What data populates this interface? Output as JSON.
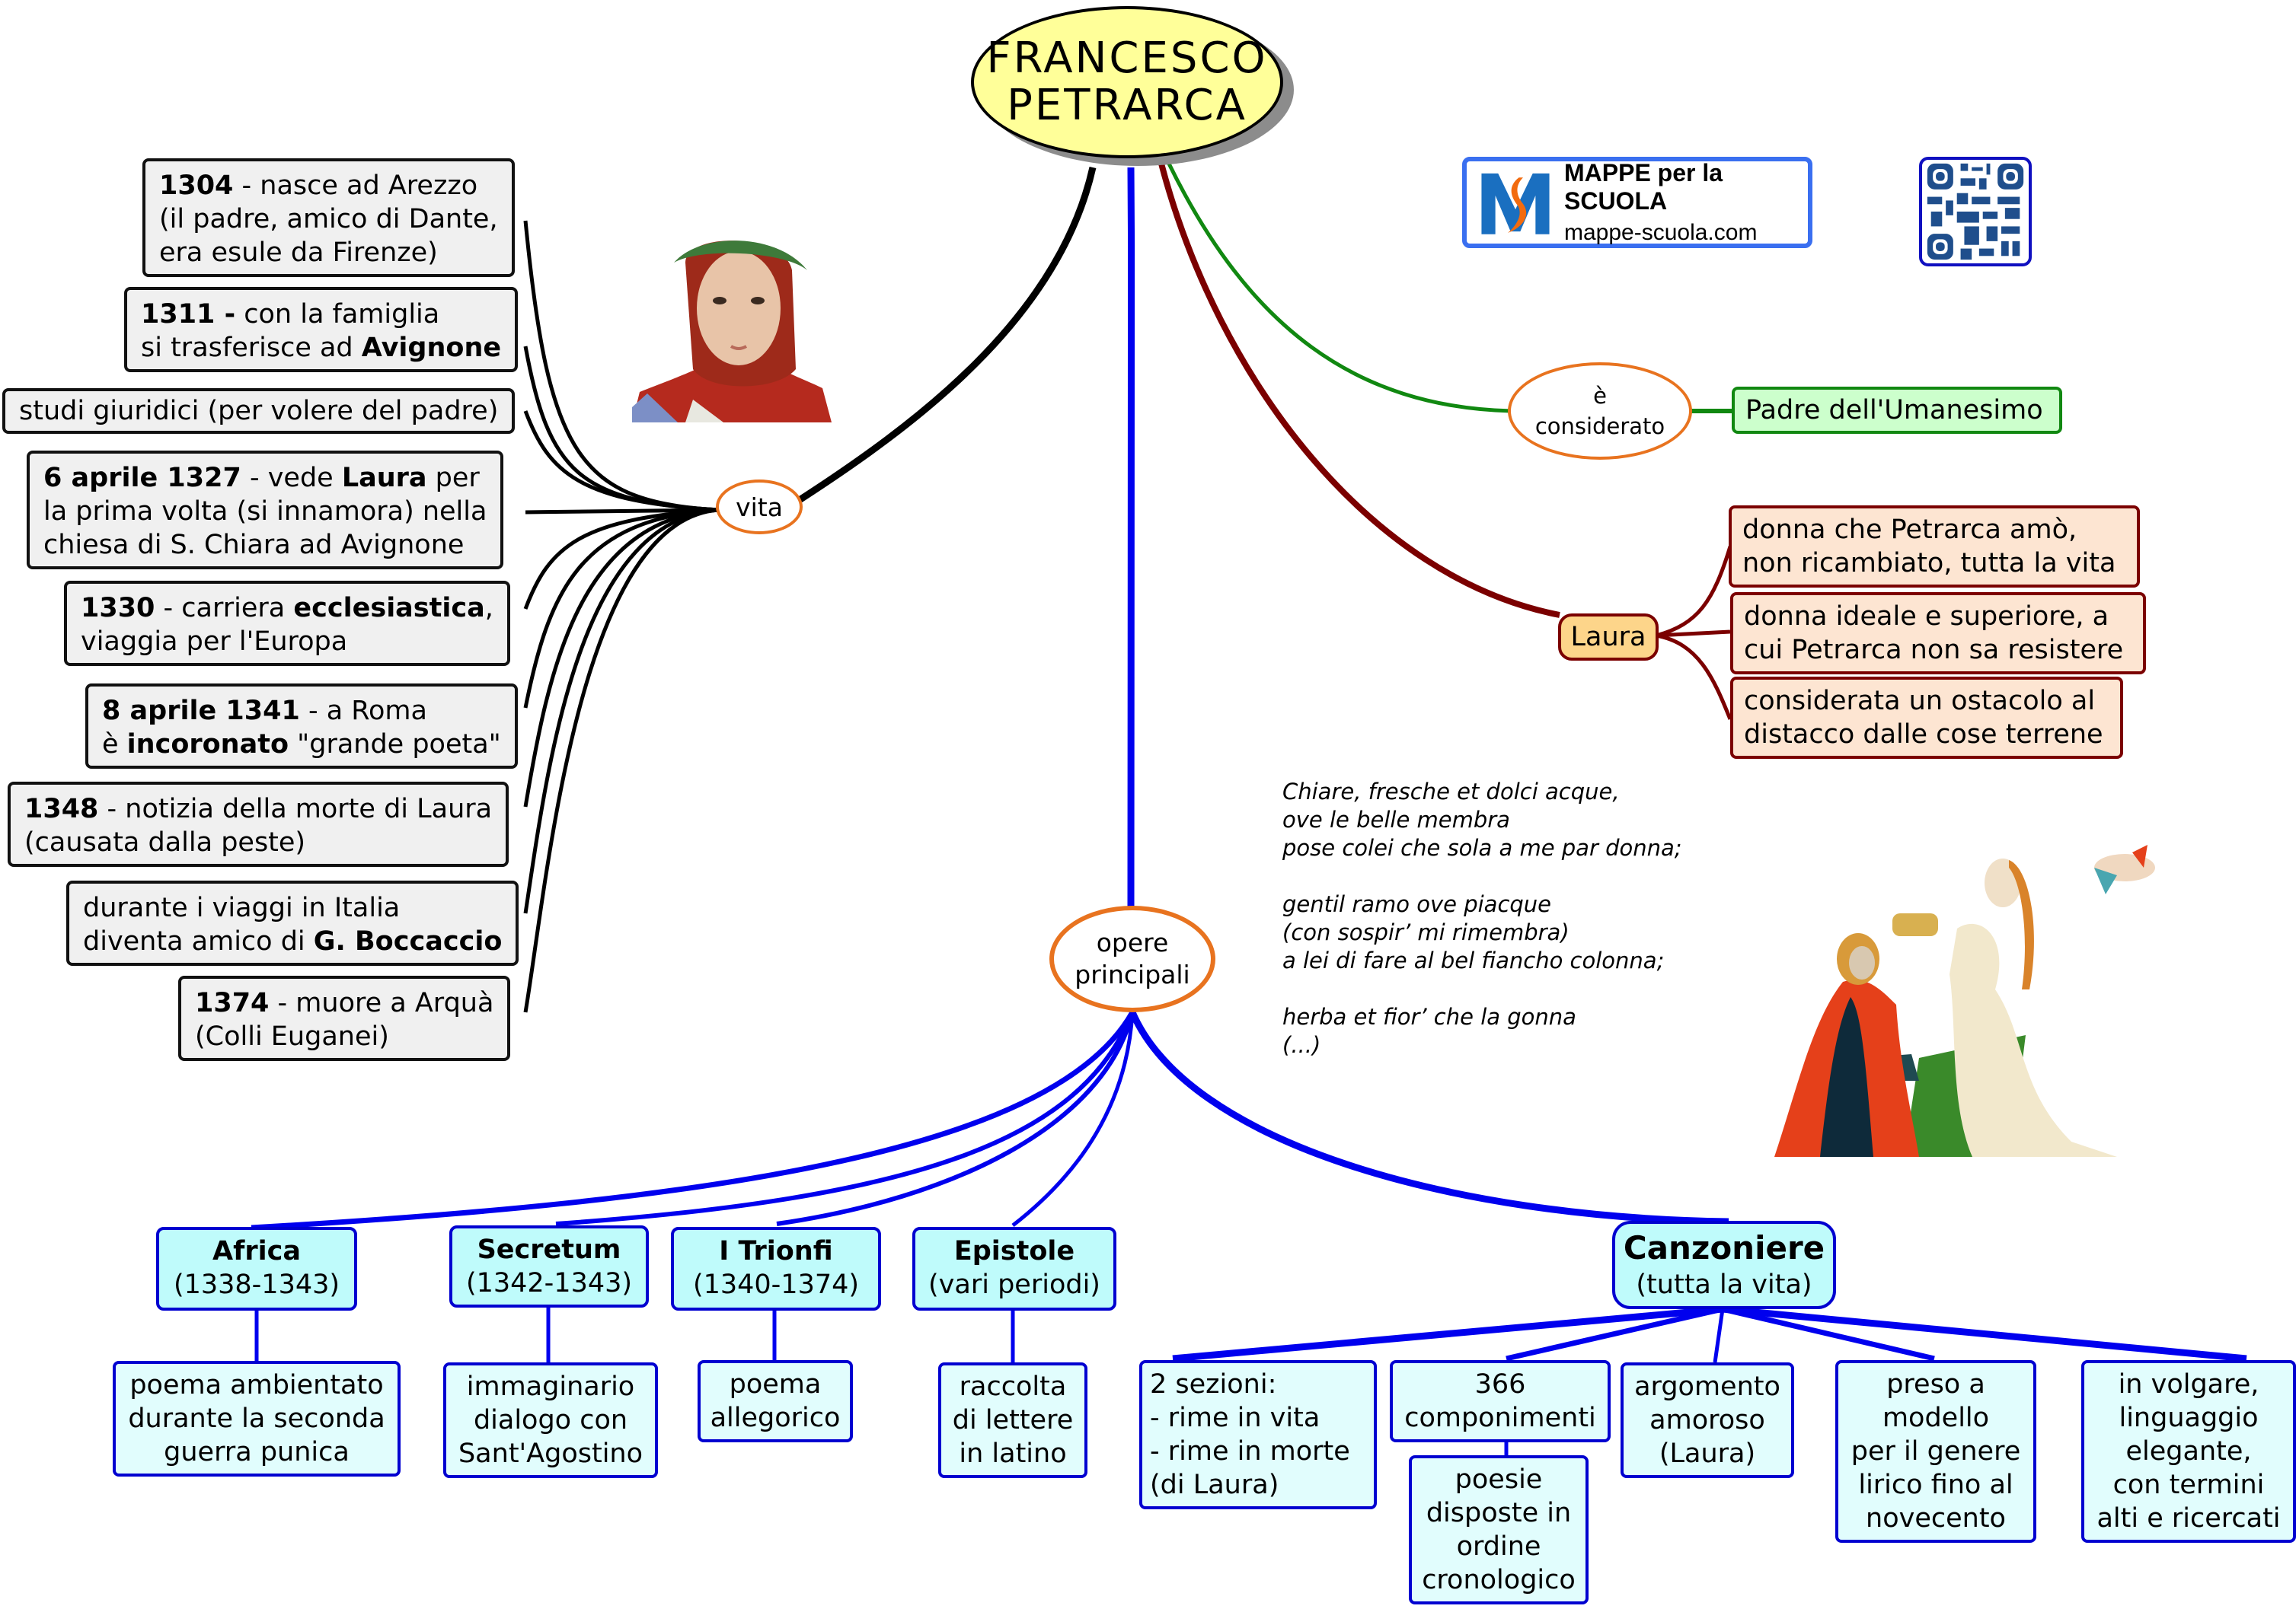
{
  "central": {
    "line1": "FRANCESCO",
    "line2": "PETRARCA"
  },
  "logo": {
    "title": "MAPPE per la SCUOLA",
    "url": "mappe-scuola.com",
    "qr_icon": "qr-code-icon"
  },
  "colors": {
    "central_fill": "#ffff99",
    "vita_branch": "#000000",
    "opere_branch": "#0000ee",
    "considerato_branch": "#118811",
    "laura_branch": "#7b0000",
    "connector_outline": "#e8731f",
    "work_fill": "#bffbfb",
    "laura_box_fill": "#fde5d2",
    "umanesimo_fill": "#ccffcc"
  },
  "vita": {
    "label": "vita",
    "items": [
      {
        "bold": "1304",
        "rest": " - nasce ad Arezzo",
        "line2": "(il padre, amico di Dante,",
        "line3": "era esule da Firenze)"
      },
      {
        "bold": "1311 -",
        "rest": " con la famiglia",
        "line2a": "si trasferisce ad ",
        "line2b": "Avignone"
      },
      {
        "text": "studi giuridici (per volere del padre)"
      },
      {
        "bold": "6 aprile 1327",
        "rest": " - vede ",
        "bold2": "Laura",
        "rest2": " per",
        "line2": "la prima volta (si innamora) nella",
        "line3": "chiesa di S. Chiara ad Avignone"
      },
      {
        "bold": "1330",
        "rest": " - carriera ",
        "bold2": "ecclesiastica",
        "rest2": ",",
        "line2": "viaggia per l'Europa"
      },
      {
        "bold": "8 aprile 1341",
        "rest": " - a Roma",
        "line2a": "è ",
        "line2b": "incoronato",
        "line2c": " \"grande poeta\""
      },
      {
        "bold": "1348",
        "rest": " - notizia della morte di Laura",
        "line2": "(causata dalla peste)"
      },
      {
        "line1": "durante i viaggi in Italia",
        "line2a": "diventa amico di ",
        "line2b": "G. Boccaccio"
      },
      {
        "bold": "1374",
        "rest": " - muore a Arquà",
        "line2": "(Colli Euganei)"
      }
    ]
  },
  "considerato": {
    "label_line1": "è",
    "label_line2": "considerato",
    "value": "Padre dell'Umanesimo"
  },
  "laura": {
    "label": "Laura",
    "items": [
      {
        "line1": "donna che Petrarca amò,",
        "line2": "non ricambiato, tutta la vita"
      },
      {
        "line1": "donna ideale e superiore, a",
        "line2": "cui Petrarca non sa resistere"
      },
      {
        "line1": "considerata un ostacolo al",
        "line2": "distacco dalle cose terrene"
      }
    ]
  },
  "poem": "Chiare, fresche et dolci acque,\nove le belle membra\npose colei che sola a me par donna;\n\ngentil ramo ove piacque\n(con sospir’ mi rimembra)\na lei di fare al bel fiancho colonna;\n\nherba et fior’ che la gonna\n(...)",
  "images": {
    "portrait": "portrait-petrarca-laurel",
    "miniature": "miniature-laura-crowning-petrarca"
  },
  "opere": {
    "label_line1": "opere",
    "label_line2": "principali",
    "works": [
      {
        "title": "Africa",
        "period": "(1338-1343)",
        "details": [
          [
            "poema ambientato",
            "durante la seconda",
            "guerra punica"
          ]
        ]
      },
      {
        "title": "Secretum",
        "period": "(1342-1343)",
        "details": [
          [
            "immaginario",
            "dialogo con",
            "Sant'Agostino"
          ]
        ]
      },
      {
        "title": "I Trionfi",
        "period": "(1340-1374)",
        "details": [
          [
            "poema",
            "allegorico"
          ]
        ]
      },
      {
        "title": "Epistole",
        "period": "(vari periodi)",
        "details": [
          [
            "raccolta",
            "di lettere",
            "in latino"
          ]
        ]
      },
      {
        "title": "Canzoniere",
        "period": "(tutta la vita)"
      }
    ],
    "canzoniere_details": [
      [
        "2 sezioni:",
        "- rime in vita",
        "- rime in morte",
        "(di Laura)"
      ],
      [
        "366",
        "componimenti"
      ],
      [
        "argomento",
        "amoroso",
        "(Laura)"
      ],
      [
        "preso a",
        "modello",
        "per il genere",
        "lirico fino al",
        "novecento"
      ],
      [
        "in volgare,",
        "linguaggio",
        "elegante,",
        "con termini",
        "alti e ricercati"
      ]
    ],
    "componimenti_sub": [
      "poesie",
      "disposte in",
      "ordine",
      "cronologico"
    ]
  }
}
